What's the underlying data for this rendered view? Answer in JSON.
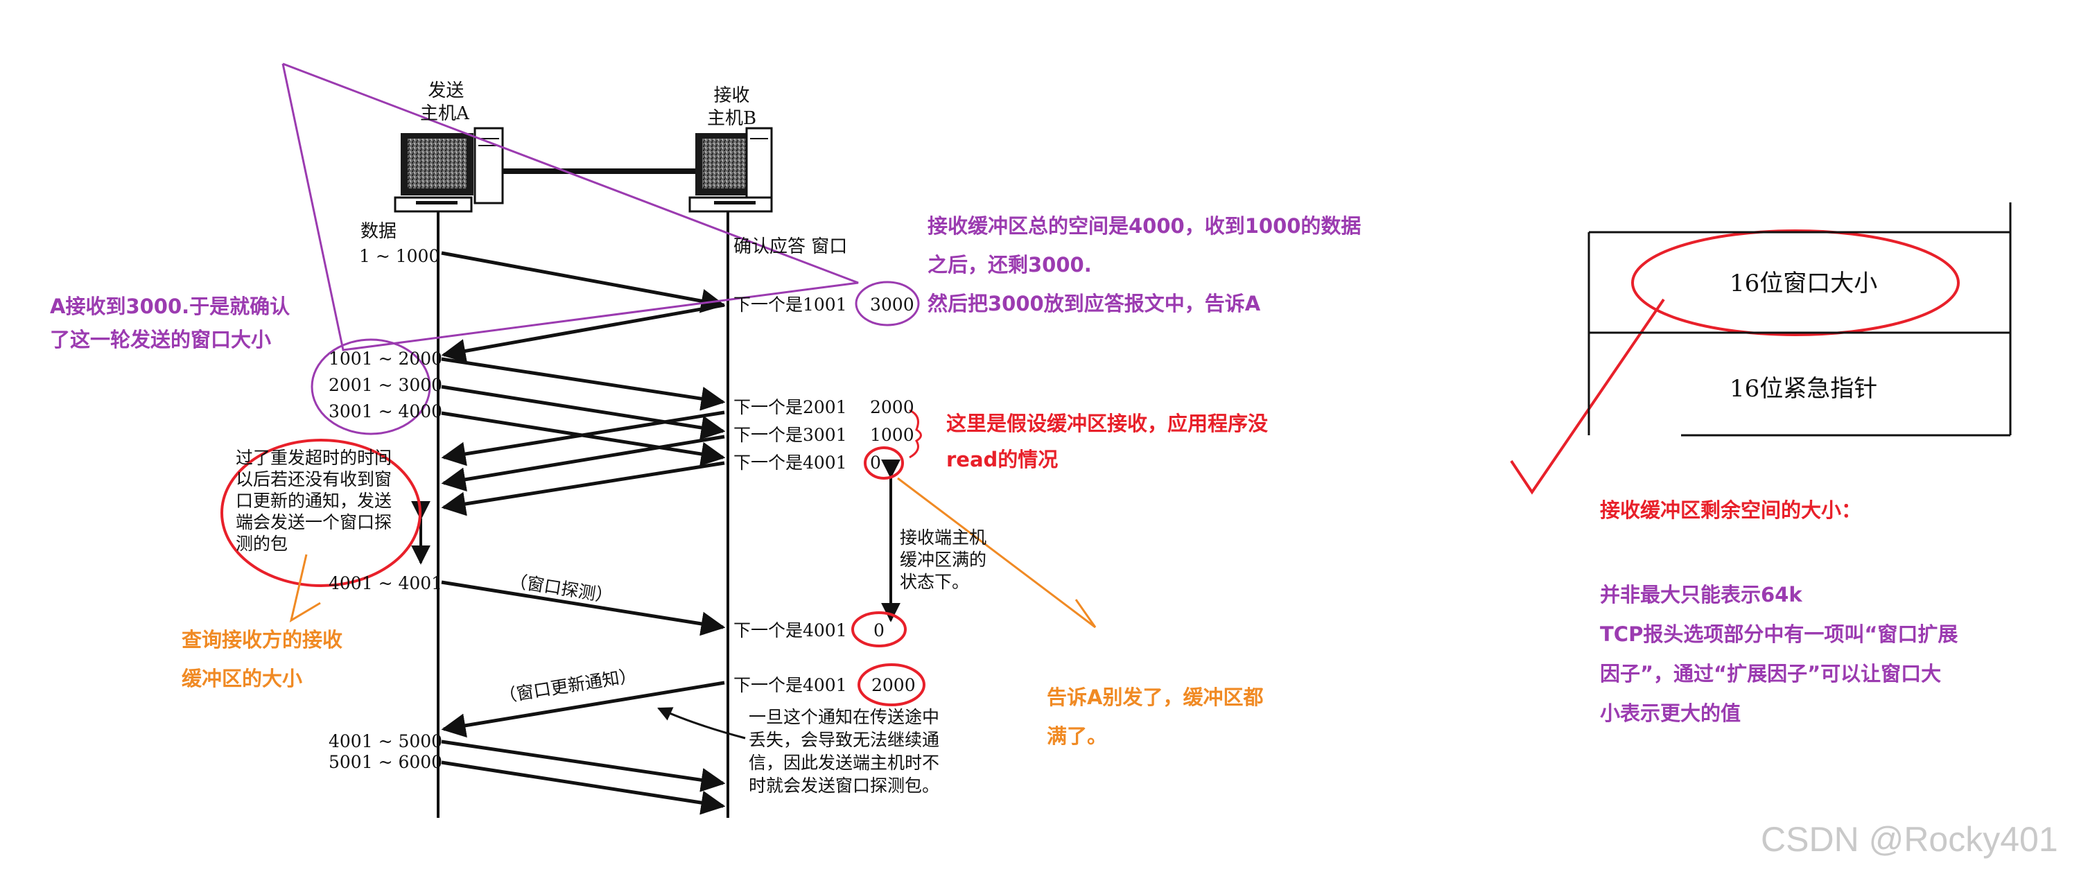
{
  "colors": {
    "purple": "#9b3bb0",
    "red": "#e8202a",
    "orange": "#f08a24",
    "ink": "#111111",
    "watermark": "#c9c9c9"
  },
  "hosts": {
    "sender_line1": "发送",
    "sender_line2": "主机A",
    "receiver_line1": "接收",
    "receiver_line2": "主机B"
  },
  "headers": {
    "data": "数据",
    "ack_window": "确认应答 窗口"
  },
  "sender_labels": [
    "1 ~ 1000",
    "1001 ~ 2000",
    "2001 ~ 3000",
    "3001 ~ 4000",
    "4001 ~ 4001",
    "4001 ~ 5000",
    "5001 ~ 6000"
  ],
  "acks": [
    {
      "text": "下一个是1001",
      "win": "3000"
    },
    {
      "text": "下一个是2001",
      "win": "2000"
    },
    {
      "text": "下一个是3001",
      "win": "1000"
    },
    {
      "text": "下一个是4001",
      "win": "0"
    },
    {
      "text": "下一个是4001",
      "win": "0"
    },
    {
      "text": "下一个是4001",
      "win": "2000"
    }
  ],
  "notes": {
    "timeout": [
      "过了重发超时的时间",
      "以后若还没有收到窗",
      "口更新的通知，发送",
      "端会发送一个窗口探",
      "测的包"
    ],
    "receiver_full": [
      "接收端主机",
      "缓冲区满的",
      "状态下。"
    ],
    "probe": "（窗口探测）",
    "update": "（窗口更新通知）",
    "loss": [
      "一旦这个通知在传送途中",
      "丢失，会导致无法继续通",
      "信，因此发送端主机时不",
      "时就会发送窗口探测包。"
    ]
  },
  "annotations": {
    "a_confirm": [
      "A接收到3000.于是就确认",
      "了这一轮发送的窗口大小"
    ],
    "buffer_total": [
      "接收缓冲区总的空间是4000，收到1000的数据",
      "之后，还剩3000.",
      "然后把3000放到应答报文中，告诉A"
    ],
    "assume": [
      "这里是假设缓冲区接收，应用程序没",
      "read的情况"
    ],
    "query": [
      "查询接收方的接收",
      "缓冲区的大小"
    ],
    "tell_a": [
      "告诉A别发了，缓冲区都",
      "满了。"
    ],
    "remaining_title": "接收缓冲区剩余空间的大小：",
    "remaining_body": [
      "并非最大只能表示64k",
      "TCP报头选项部分中有一项叫“窗口扩展",
      "因子”，通过“扩展因子”可以让窗口大",
      "小表示更大的值"
    ]
  },
  "header_table": {
    "row1": "16位窗口大小",
    "row2": "16位紧急指针"
  },
  "watermark": "CSDN @Rocky401"
}
